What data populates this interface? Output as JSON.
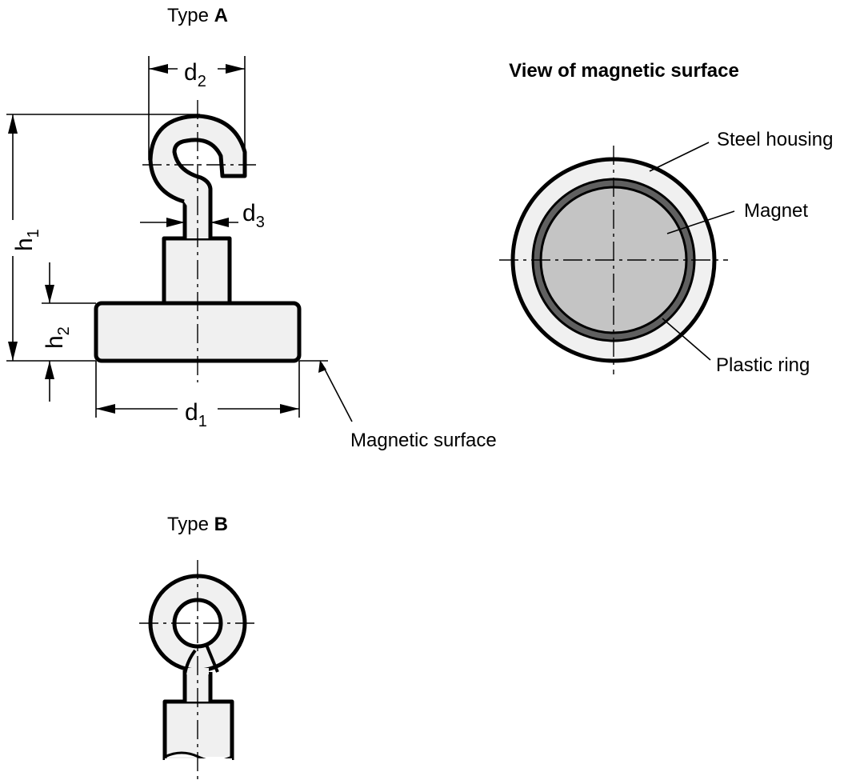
{
  "type_a": {
    "prefix": "Type ",
    "letter": "A"
  },
  "type_b": {
    "prefix": "Type ",
    "letter": "B"
  },
  "dimensions": {
    "d1": {
      "base": "d",
      "sub": "1"
    },
    "d2": {
      "base": "d",
      "sub": "2"
    },
    "d3": {
      "base": "d",
      "sub": "3"
    },
    "h1": {
      "base": "h",
      "sub": "1"
    },
    "h2": {
      "base": "h",
      "sub": "2"
    }
  },
  "callouts": {
    "magnetic_surface": "Magnetic surface"
  },
  "surface_view": {
    "title": "View of magnetic surface",
    "steel_housing": "Steel housing",
    "magnet": "Magnet",
    "plastic_ring": "Plastic ring"
  },
  "colors": {
    "part_fill": "#f0f0f0",
    "magnet_fill": "#c4c4c4",
    "plastic_ring": "#606060",
    "line": "#000000"
  }
}
